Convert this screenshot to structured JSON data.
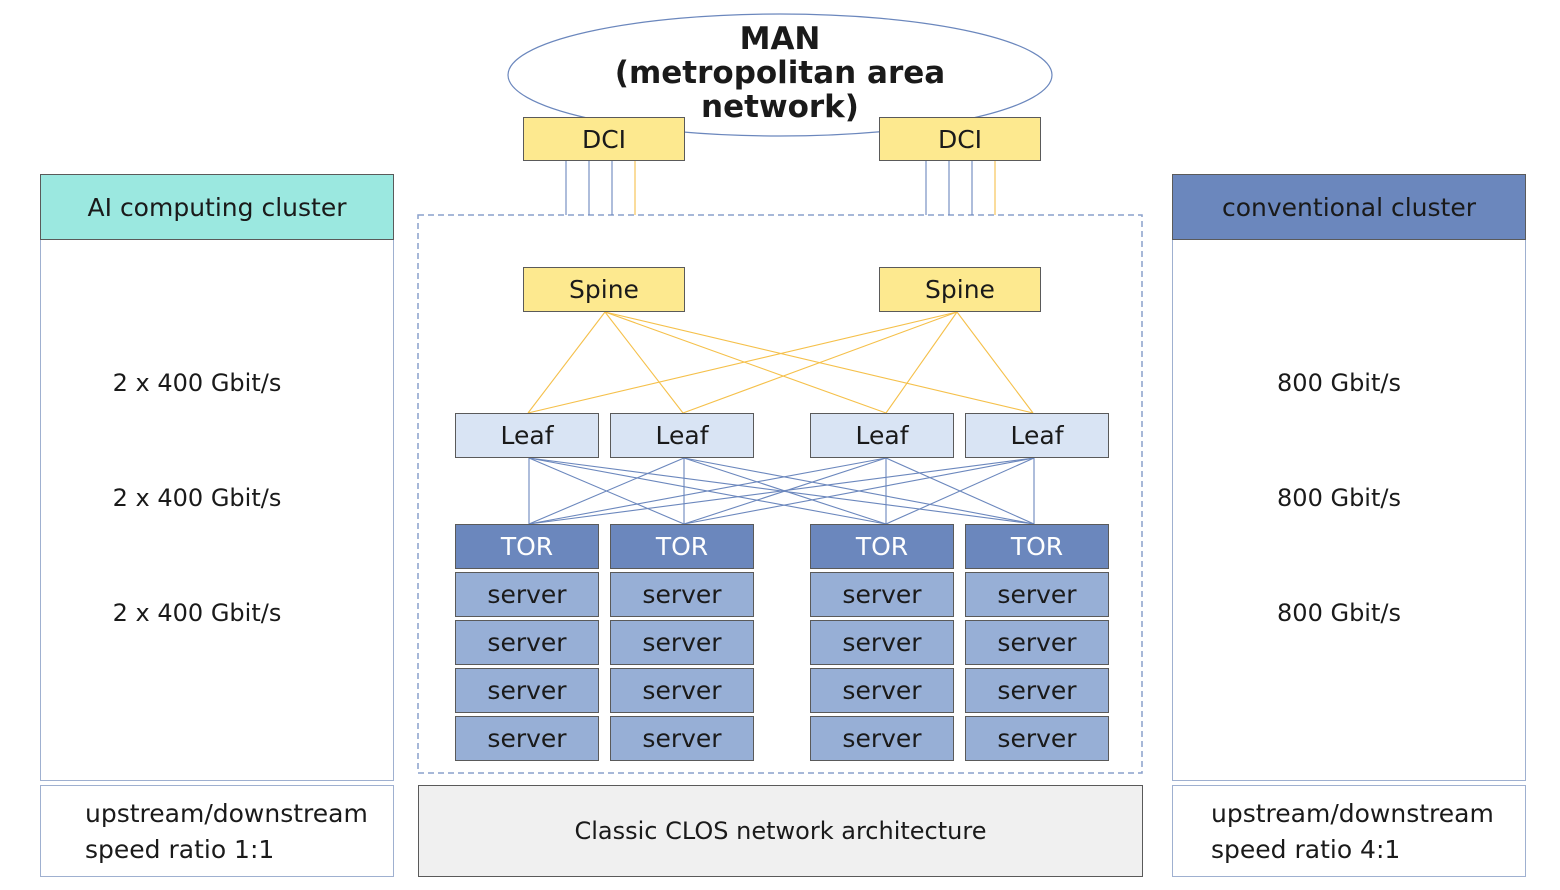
{
  "man": {
    "line1": "MAN",
    "line2": "(metropolitan area network)"
  },
  "dci": [
    "DCI",
    "DCI"
  ],
  "spine": [
    "Spine",
    "Spine"
  ],
  "leaf": [
    "Leaf",
    "Leaf",
    "Leaf",
    "Leaf"
  ],
  "tor": [
    "TOR",
    "TOR",
    "TOR",
    "TOR"
  ],
  "server_label": "server",
  "ai_cluster": {
    "title": "AI computing cluster",
    "speeds": [
      "2 x 400 Gbit/s",
      "2 x 400 Gbit/s",
      "2 x 400 Gbit/s"
    ],
    "ratio_line1": "upstream/downstream",
    "ratio_line2": "speed ratio 1:1"
  },
  "conventional_cluster": {
    "title": "conventional cluster",
    "speeds": [
      "800 Gbit/s",
      "800 Gbit/s",
      "800 Gbit/s"
    ],
    "ratio_line1": "upstream/downstream",
    "ratio_line2": "speed ratio 4:1"
  },
  "clos_label": "Classic CLOS network architecture",
  "colors": {
    "yellow": "#fde98f",
    "leaf": "#d9e4f4",
    "tor": "#6b87bd",
    "server": "#97afd6",
    "ai_header": "#9be8e0",
    "conventional_header": "#6b87bd",
    "spine_link": "#f5c04a",
    "leaf_link": "#6b87bd"
  }
}
